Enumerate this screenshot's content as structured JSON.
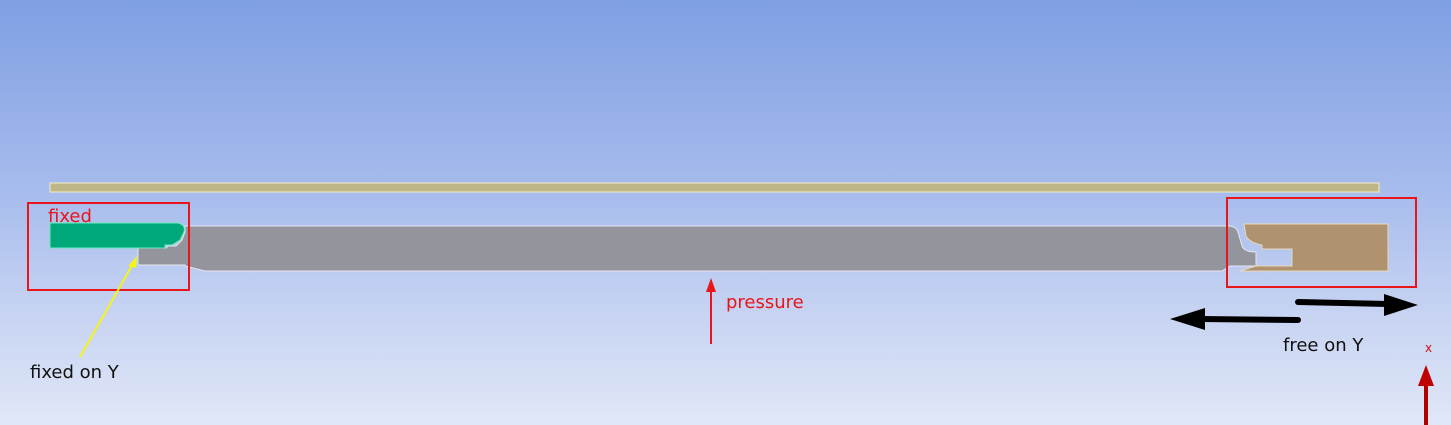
{
  "labels": {
    "fixed": "fixed",
    "fixed_on_y": "fixed on Y",
    "pressure": "pressure",
    "free_on_y": "free on Y",
    "axis_x": "x"
  },
  "colors": {
    "background_top": "#7f9fe3",
    "background_bottom": "#e0e7f7",
    "top_plate": "#bfb788",
    "main_body": "#93949c",
    "fixed_part": "#00a97a",
    "free_part": "#af9370",
    "highlight_box": "#e8151b",
    "pressure_arrow": "#e8151b",
    "leader_line": "#f5f21c",
    "motion_arrows": "#000000",
    "axis_triad": "#b00000"
  }
}
